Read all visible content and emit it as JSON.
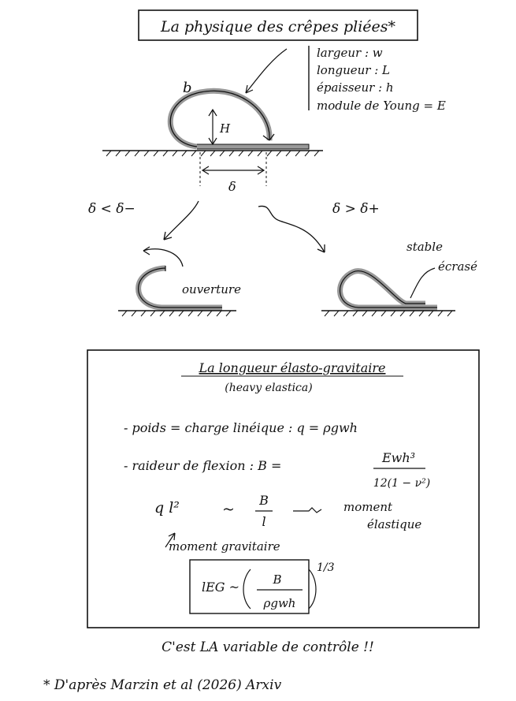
{
  "title": "La physique des crêpes pliées*",
  "parameters": [
    "largeur : w",
    "longueur : L",
    "épaisseur : h",
    "module de Young = E"
  ],
  "figure_labels": {
    "sheet": "b",
    "height": "H",
    "gap": "δ",
    "case_left": "δ < δ−",
    "case_right": "δ > δ+",
    "opening": "ouverture",
    "stable": "stable",
    "crushed": "écrasé"
  },
  "box": {
    "heading": "La longueur élasto-gravitaire",
    "subheading": "(heavy elastica)",
    "weight_line": "- poids = charge linéique : q = ρgwh",
    "stiffness_line": "- raideur de flexion   : B =",
    "stiffness_num": "Ewh³",
    "stiffness_den": "12(1 − ν²)",
    "balance_left": "q l²",
    "balance_sim": "~",
    "balance_num": "B",
    "balance_den": "l",
    "elastic_moment": "moment",
    "elastic_moment_2": "élastique",
    "gravity_moment": "moment gravitaire",
    "result_lhs": "lEG ~",
    "result_num": "B",
    "result_den": "ρgwh",
    "result_exp": "1/3"
  },
  "conclusion": "C'est LA variable de contrôle !!",
  "footnote": "* D'après Marzin et al (2026) Arxiv"
}
